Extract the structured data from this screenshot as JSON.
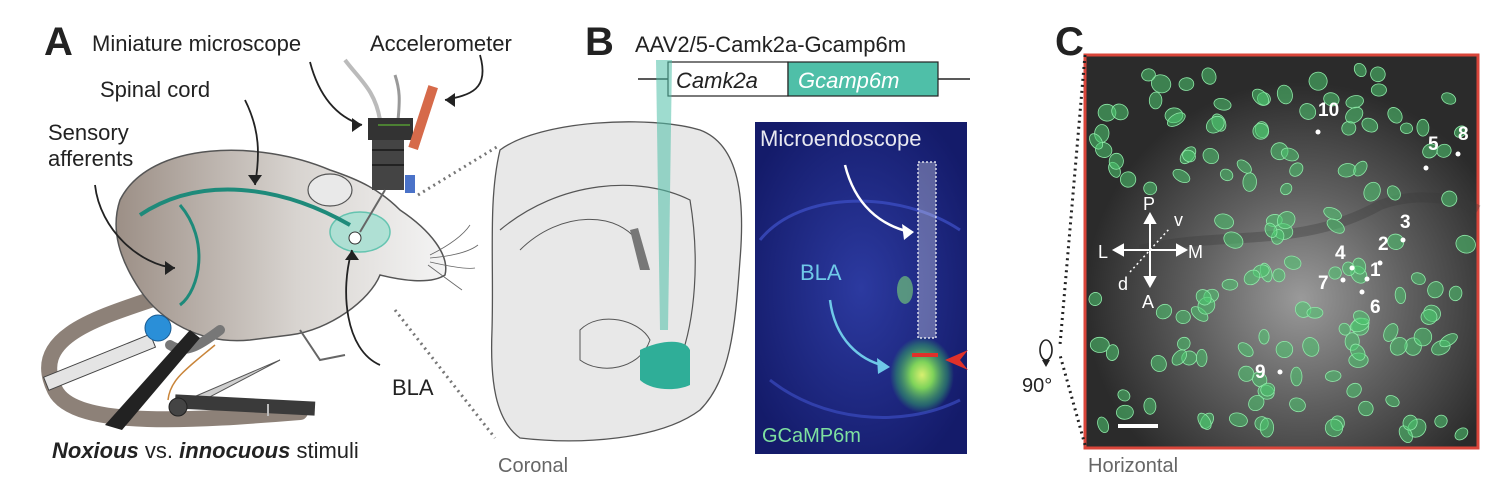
{
  "panel_a": {
    "letter": "A",
    "microscope_label": "Miniature microscope",
    "accelerometer_label": "Accelerometer",
    "spinal_label": "Spinal cord",
    "sensory_label_1": "Sensory",
    "sensory_label_2": "afferents",
    "bla_label": "BLA",
    "stimuli_noxious": "Noxious",
    "stimuli_vs": " vs. ",
    "stimuli_innocuous": "innocuous",
    "stimuli_suffix": " stimuli"
  },
  "panel_b": {
    "letter": "B",
    "construct_title": "AAV2/5-Camk2a-Gcamp6m",
    "promoter": "Camk2a",
    "gene": "Gcamp6m",
    "coronal_label": "Coronal",
    "microendoscope_label": "Microendoscope",
    "bla_label": "BLA",
    "gcamp_label": "GCaMP6m"
  },
  "panel_c": {
    "letter": "C",
    "horizontal_label": "Horizontal",
    "rotation_label": "90°",
    "axis_p": "P",
    "axis_a": "A",
    "axis_l": "L",
    "axis_m": "M",
    "axis_v": "v",
    "axis_d": "d",
    "cells": [
      "10",
      "5",
      "8",
      "3",
      "2",
      "4",
      "1",
      "7",
      "6",
      "9"
    ]
  },
  "colors": {
    "teal": "#4fbfa8",
    "teal_dark": "#1e8a7a",
    "imaging_frame": "#d9453a",
    "cell_green": "#4cc870",
    "fluorescence_bg": "#1a237a"
  }
}
